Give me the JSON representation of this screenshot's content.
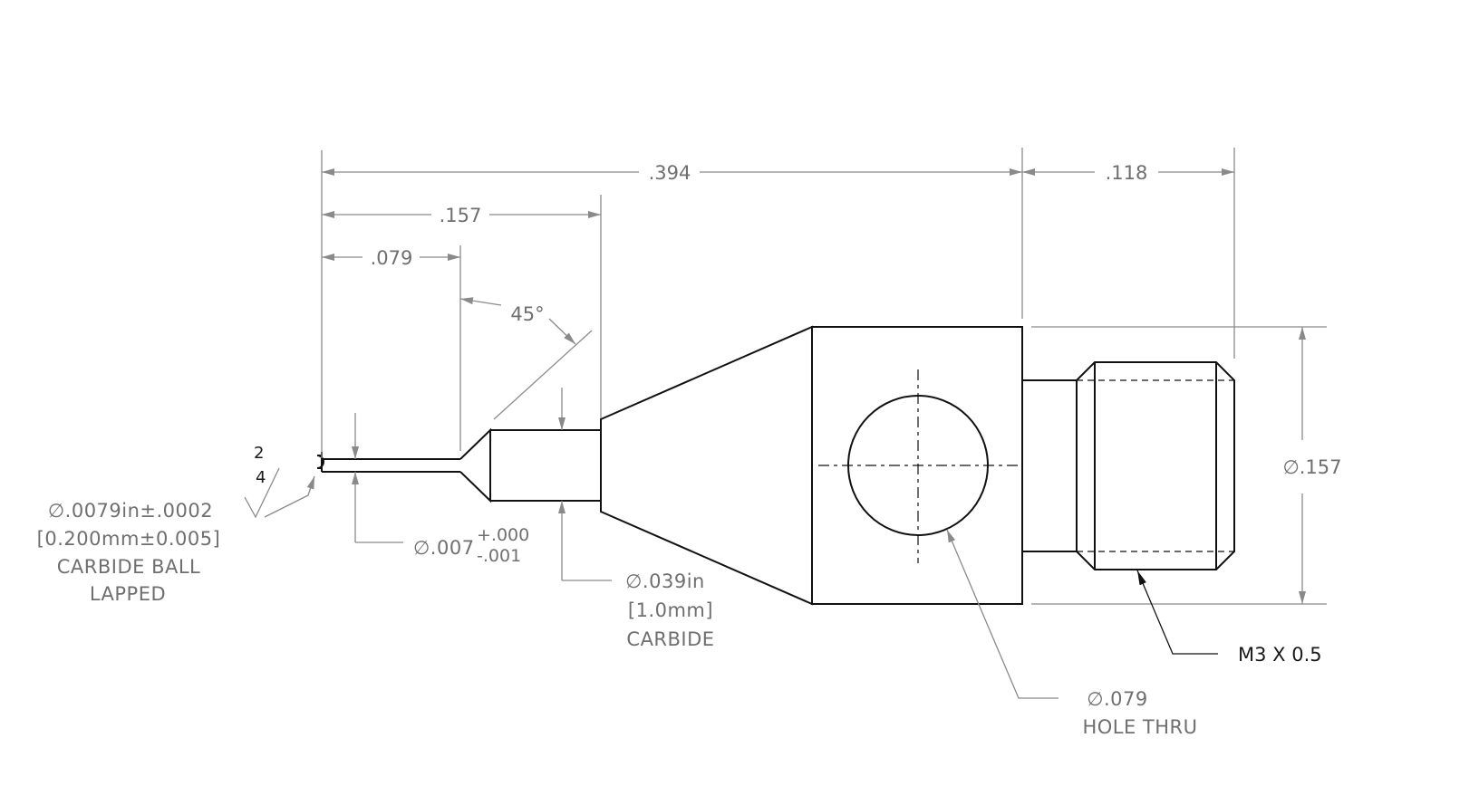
{
  "dimensions": {
    "overall_length": ".394",
    "thread_length": ".118",
    "tip_to_shoulder": ".157",
    "tip_length": ".079",
    "chamfer_angle": "45°",
    "body_diameter": "∅.157"
  },
  "callouts": {
    "ball": {
      "diameter": "∅.0079in±.0002",
      "diameter_metric": "[0.200mm±0.005]",
      "material_line1": "CARBIDE BALL",
      "material_line2": "LAPPED",
      "finish_top": "2",
      "finish_bottom": "4"
    },
    "stem": {
      "diameter": "∅.007",
      "tol_upper": "+.000",
      "tol_lower": "-.001"
    },
    "shank": {
      "diameter": "∅.039in",
      "diameter_metric": "[1.0mm]",
      "material": "CARBIDE"
    },
    "hole": {
      "diameter": "∅.079",
      "note": "HOLE THRU"
    },
    "thread": {
      "spec": "M3 X 0.5"
    }
  }
}
